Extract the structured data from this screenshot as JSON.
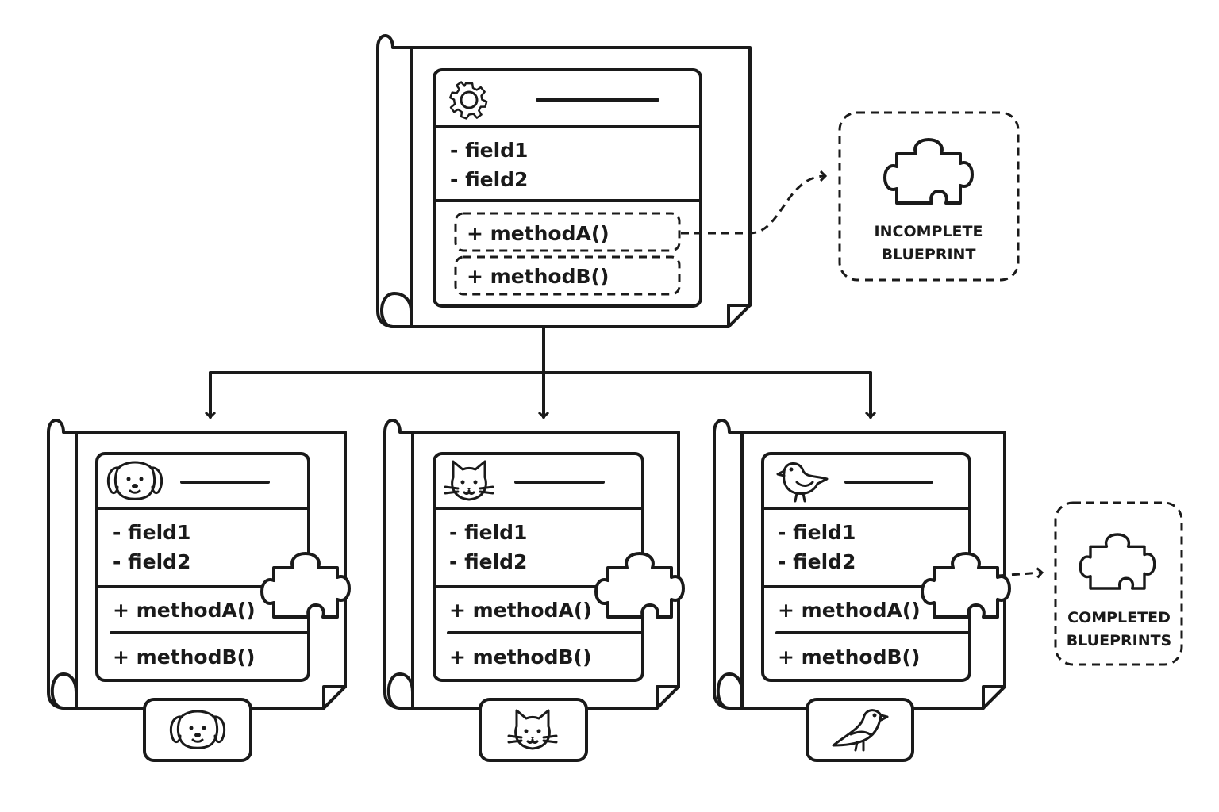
{
  "colors": {
    "ink": "#1a1a1a",
    "paper": "#ffffff"
  },
  "base_class": {
    "icon": "gear-icon",
    "fields": [
      "- field1",
      "- field2"
    ],
    "methods": [
      "+ methodA()",
      "+ methodB()"
    ]
  },
  "incomplete_label": {
    "line1": "INCOMPLETE",
    "line2": "BLUEPRINT"
  },
  "completed_label": {
    "line1": "COMPLETED",
    "line2": "BLUEPRINTS"
  },
  "subclasses": [
    {
      "icon": "dog-icon",
      "fields": [
        "- field1",
        "- field2"
      ],
      "methods": [
        "+ methodA()",
        "+ methodB()"
      ]
    },
    {
      "icon": "cat-icon",
      "fields": [
        "- field1",
        "- field2"
      ],
      "methods": [
        "+ methodA()",
        "+ methodB()"
      ]
    },
    {
      "icon": "bird-icon",
      "fields": [
        "- field1",
        "- field2"
      ],
      "methods": [
        "+ methodA()",
        "+ methodB()"
      ]
    }
  ]
}
